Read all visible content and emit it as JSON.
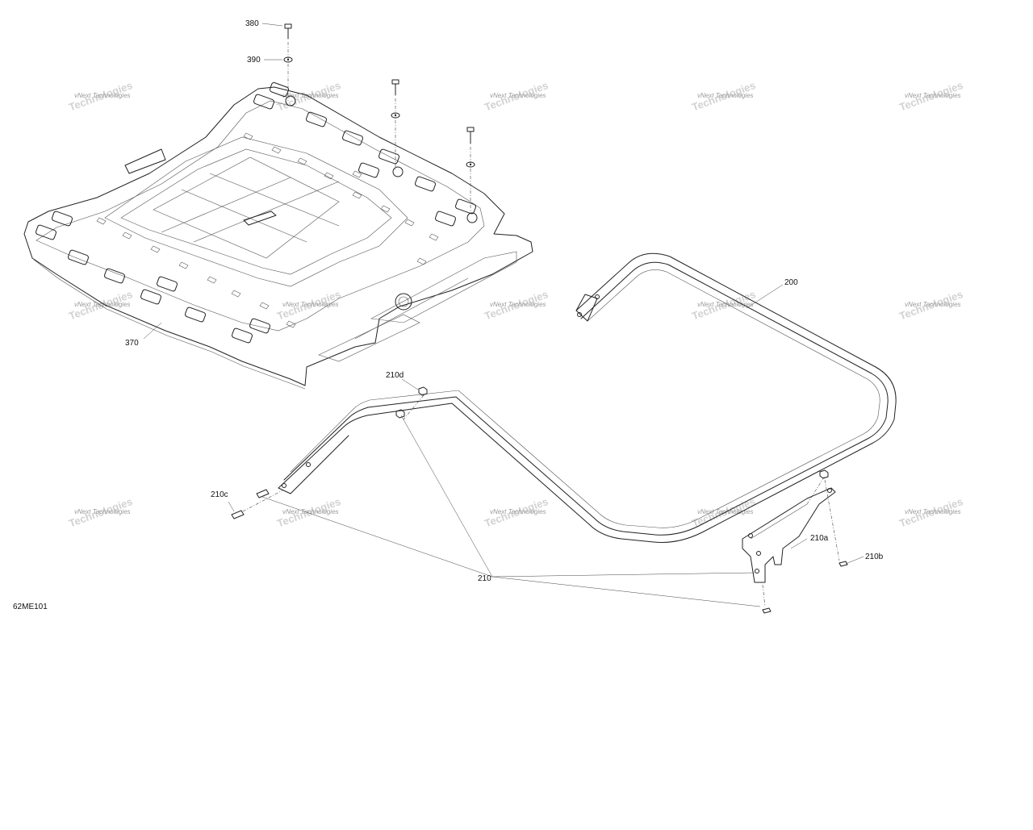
{
  "drawing": {
    "reference_code": "62ME101",
    "watermark": {
      "line1": "vNext Technologies",
      "line2": "Technologies"
    },
    "callouts": {
      "c380": "380",
      "c390": "390",
      "c370": "370",
      "c200": "200",
      "c210": "210",
      "c210a": "210a",
      "c210b": "210b",
      "c210c": "210c",
      "c210d": "210d"
    }
  },
  "colors": {
    "line": "#222222",
    "watermark_text": "#9a9a9a",
    "background": "#ffffff"
  }
}
